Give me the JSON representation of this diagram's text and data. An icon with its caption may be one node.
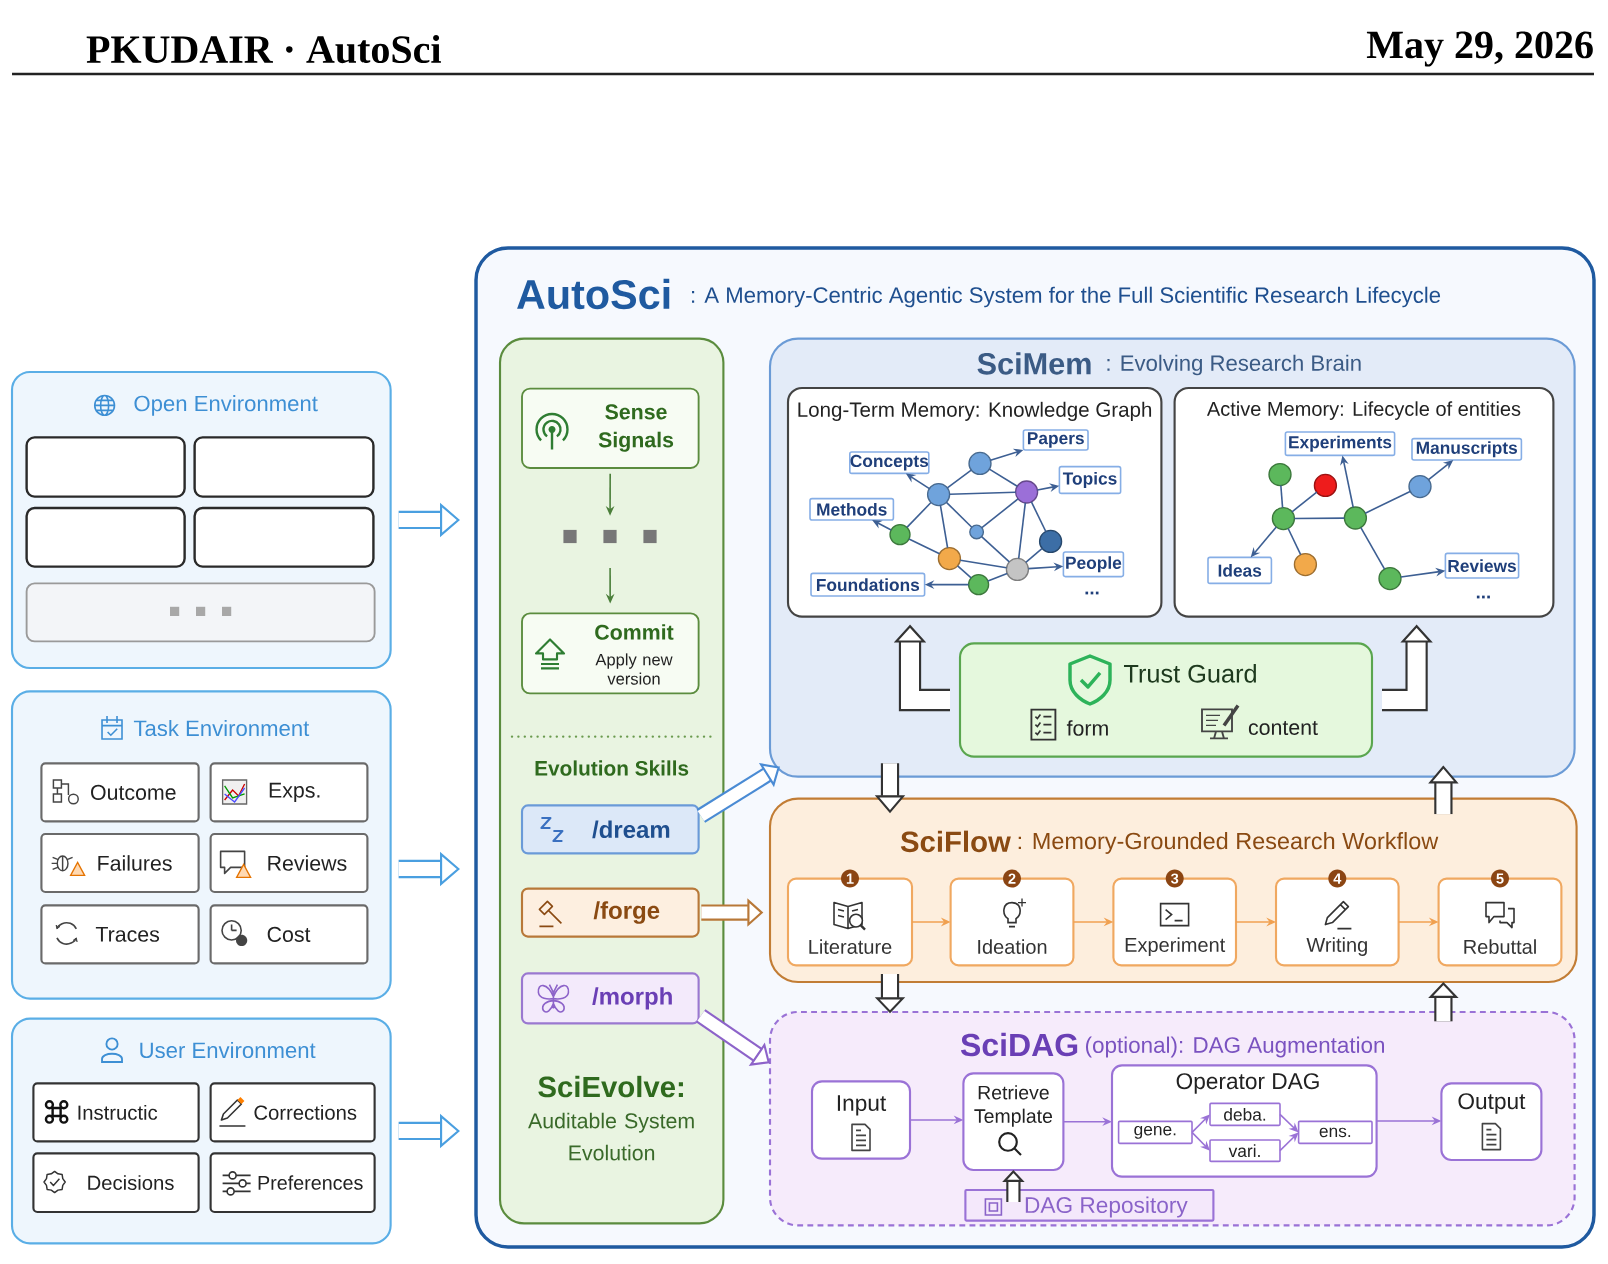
{
  "diagram": {
    "nodes": [
      {
        "text": [
          "Open Environment"
        ]
      },
      {
        "text": [],
        "shape": "box",
        "in": 0
      },
      {
        "text": [],
        "shape": "box",
        "in": 0
      },
      {
        "text": [],
        "shape": "box",
        "in": 0
      },
      {
        "text": [],
        "shape": "box",
        "in": 0
      },
      {
        "text": [],
        "shape": "box",
        "in": 0
      },
      {
        "text": [
          "Task Environment"
        ]
      },
      {
        "text": [
          "Outcome"
        ],
        "in": 6
      },
      {
        "text": [
          "Exps."
        ],
        "in": 6
      },
      {
        "text": [
          "Failures"
        ],
        "in": 6
      },
      {
        "text": [
          "Reviews"
        ],
        "in": 6
      },
      {
        "text": [
          "Traces"
        ],
        "in": 6
      },
      {
        "text": [
          "Cost"
        ],
        "in": 6
      },
      {
        "text": [
          "User Environment"
        ]
      },
      {
        "text": [
          "Instructic"
        ],
        "in": 13
      },
      {
        "text": [
          "Corrections"
        ],
        "in": 13
      },
      {
        "text": [
          "Decisions"
        ],
        "in": 13
      },
      {
        "text": [
          "Preferences"
        ],
        "in": 13
      },
      {
        "text": [
          "AutoSci",
          ": A Memory-Centric Agentic System for the Full Scientific Research Lifecycle"
        ]
      },
      {
        "text": [
          "SciEvolve:",
          "Auditable System Evolution"
        ],
        "in": 18
      },
      {
        "text": [
          "Sense Signals"
        ],
        "in": 19
      },
      {
        "text": [],
        "shape": "dots",
        "in": 19
      },
      {
        "text": [
          "Commit",
          "Apply new version"
        ],
        "in": 19
      },
      {
        "text": [
          "/dream"
        ],
        "in": 19
      },
      {
        "text": [
          "/forge"
        ],
        "in": 19
      },
      {
        "text": [
          "/morph"
        ],
        "in": 19
      },
      {
        "text": [
          "SciMem",
          ": Evolving Research Brain"
        ],
        "in": 18
      },
      {
        "text": [
          "Long-Term Memory: Knowledge Graph"
        ],
        "in": 26
      },
      {
        "text": [
          "Papers"
        ],
        "in": 27
      },
      {
        "text": [
          "Concepts"
        ],
        "in": 27
      },
      {
        "text": [
          "Topics"
        ],
        "in": 27
      },
      {
        "text": [
          "Methods"
        ],
        "in": 27
      },
      {
        "text": [
          "People"
        ],
        "in": 27
      },
      {
        "text": [
          "Foundations"
        ],
        "in": 27
      },
      {
        "text": [],
        "shape": "circle",
        "in": 27
      },
      {
        "text": [],
        "shape": "circle",
        "in": 27
      },
      {
        "text": [],
        "shape": "circle",
        "in": 27
      },
      {
        "text": [],
        "shape": "circle",
        "in": 27
      },
      {
        "text": [],
        "shape": "circle",
        "in": 27
      },
      {
        "text": [],
        "shape": "circle",
        "in": 27
      },
      {
        "text": [],
        "shape": "circle",
        "in": 27
      },
      {
        "text": [],
        "shape": "circle",
        "in": 27
      },
      {
        "text": [],
        "shape": "circle",
        "in": 27
      },
      {
        "text": [
          "Active Memory: Lifecycle of entities"
        ],
        "in": 26
      },
      {
        "text": [
          "Experiments"
        ],
        "in": 43
      },
      {
        "text": [
          "Manuscripts"
        ],
        "in": 43
      },
      {
        "text": [
          "Ideas"
        ],
        "in": 43
      },
      {
        "text": [
          "Reviews"
        ],
        "in": 43
      },
      {
        "text": [],
        "shape": "circle",
        "in": 43
      },
      {
        "text": [],
        "shape": "circle",
        "in": 43
      },
      {
        "text": [],
        "shape": "circle",
        "in": 43
      },
      {
        "text": [],
        "shape": "circle",
        "in": 43
      },
      {
        "text": [],
        "shape": "circle",
        "in": 43
      },
      {
        "text": [],
        "shape": "circle",
        "in": 43
      },
      {
        "text": [],
        "shape": "circle",
        "in": 43
      },
      {
        "text": [
          "Trust Guard",
          "form",
          "content"
        ],
        "in": 26
      },
      {
        "text": [
          "SciFlow",
          ": Memory-Grounded Research Workflow"
        ],
        "in": 18
      },
      {
        "text": [
          "1",
          "Literature"
        ],
        "in": 56
      },
      {
        "text": [
          "2",
          "Ideation"
        ],
        "in": 56
      },
      {
        "text": [
          "3",
          "Experiment"
        ],
        "in": 56
      },
      {
        "text": [
          "4",
          "Writing"
        ],
        "in": 56
      },
      {
        "text": [
          "5",
          "Rebuttal"
        ],
        "in": 56
      },
      {
        "text": [
          "SciDAG",
          "(optional): DAG Augmentation"
        ],
        "in": 18
      },
      {
        "text": [
          "Input"
        ],
        "in": 62
      },
      {
        "text": [
          "Retrieve Template"
        ],
        "in": 62
      },
      {
        "text": [
          "Operator DAG"
        ],
        "in": 62
      },
      {
        "text": [
          "gene."
        ],
        "in": 65
      },
      {
        "text": [
          "deba."
        ],
        "in": 65
      },
      {
        "text": [
          "vari."
        ],
        "in": 65
      },
      {
        "text": [
          "ens."
        ],
        "in": 65
      },
      {
        "text": [
          "Output"
        ],
        "in": 62
      },
      {
        "text": [
          "DAG Repository"
        ],
        "in": 62
      }
    ],
    "edges": [
      {
        "from": 0,
        "to": 18,
        "arrow": "to",
        "style": "thick",
        "color": "#4a9fe0"
      },
      {
        "from": 6,
        "to": 18,
        "arrow": "to",
        "style": "thick",
        "color": "#4a9fe0"
      },
      {
        "from": 13,
        "to": 18,
        "arrow": "to",
        "style": "thick",
        "color": "#4a9fe0"
      },
      {
        "from": 23,
        "to": 26,
        "arrow": "to",
        "style": "thick",
        "color": "#4a8bd4"
      },
      {
        "from": 24,
        "to": 56,
        "arrow": "to",
        "style": "thick",
        "color": "#b87838"
      },
      {
        "from": 25,
        "to": 62,
        "arrow": "to",
        "style": "thick",
        "color": "#8d63c9"
      },
      {
        "from": 26,
        "to": 56,
        "arrow": "to",
        "style": "thick",
        "color": "#333333"
      },
      {
        "from": 56,
        "to": 26,
        "arrow": "to",
        "style": "thick",
        "color": "#333333"
      },
      {
        "from": 56,
        "to": 62,
        "arrow": "to",
        "style": "thick",
        "color": "#333333"
      },
      {
        "from": 62,
        "to": 56,
        "arrow": "to",
        "style": "thick",
        "color": "#333333"
      },
      {
        "from": 55,
        "to": 27,
        "arrow": "to",
        "style": "thick",
        "color": "#333333"
      },
      {
        "from": 55,
        "to": 43,
        "arrow": "to",
        "style": "thick",
        "color": "#333333"
      },
      {
        "from": 71,
        "to": 64,
        "arrow": "to",
        "style": "thick",
        "color": "#333333"
      },
      {
        "from": 20,
        "to": 21,
        "arrow": "to",
        "color": "#4b7f3a"
      },
      {
        "from": 21,
        "to": 22,
        "arrow": "to",
        "color": "#4b7f3a"
      },
      {
        "from": 57,
        "to": 58,
        "arrow": "to",
        "color": "#f0a050"
      },
      {
        "from": 58,
        "to": 59,
        "arrow": "to",
        "color": "#f0a050"
      },
      {
        "from": 59,
        "to": 60,
        "arrow": "to",
        "color": "#f0a050"
      },
      {
        "from": 60,
        "to": 61,
        "arrow": "to",
        "color": "#f0a050"
      },
      {
        "from": 63,
        "to": 64,
        "arrow": "to",
        "color": "#9a72d6"
      },
      {
        "from": 64,
        "to": 65,
        "arrow": "to",
        "color": "#9a72d6"
      },
      {
        "from": 65,
        "to": 70,
        "arrow": "to",
        "color": "#9a72d6"
      },
      {
        "from": 66,
        "to": 67,
        "arrow": "to",
        "color": "#9a72d6"
      },
      {
        "from": 66,
        "to": 68,
        "arrow": "to",
        "color": "#9a72d6"
      },
      {
        "from": 67,
        "to": 69,
        "arrow": "to",
        "color": "#9a72d6"
      },
      {
        "from": 68,
        "to": 69,
        "arrow": "to",
        "color": "#9a72d6"
      },
      {
        "from": 34,
        "to": 28,
        "arrow": "to"
      },
      {
        "from": 36,
        "to": 29,
        "arrow": "to"
      },
      {
        "from": 35,
        "to": 30,
        "arrow": "to"
      },
      {
        "from": 38,
        "to": 31,
        "arrow": "to"
      },
      {
        "from": 41,
        "to": 32,
        "arrow": "to"
      },
      {
        "from": 42,
        "to": 33,
        "arrow": "to"
      },
      {
        "from": 36,
        "to": 34,
        "arrow": "none"
      },
      {
        "from": 34,
        "to": 35,
        "arrow": "none"
      },
      {
        "from": 36,
        "to": 35,
        "arrow": "none"
      },
      {
        "from": 36,
        "to": 38,
        "arrow": "none"
      },
      {
        "from": 36,
        "to": 37,
        "arrow": "none"
      },
      {
        "from": 36,
        "to": 40,
        "arrow": "none"
      },
      {
        "from": 35,
        "to": 37,
        "arrow": "none"
      },
      {
        "from": 35,
        "to": 41,
        "arrow": "none"
      },
      {
        "from": 35,
        "to": 39,
        "arrow": "none"
      },
      {
        "from": 38,
        "to": 40,
        "arrow": "none"
      },
      {
        "from": 37,
        "to": 41,
        "arrow": "none"
      },
      {
        "from": 40,
        "to": 41,
        "arrow": "none"
      },
      {
        "from": 40,
        "to": 42,
        "arrow": "none"
      },
      {
        "from": 42,
        "to": 41,
        "arrow": "none"
      },
      {
        "from": 39,
        "to": 41,
        "arrow": "none"
      },
      {
        "from": 52,
        "to": 46,
        "arrow": "to"
      },
      {
        "from": 51,
        "to": 44,
        "arrow": "to"
      },
      {
        "from": 50,
        "to": 45,
        "arrow": "to"
      },
      {
        "from": 54,
        "to": 47,
        "arrow": "to"
      },
      {
        "from": 48,
        "to": 52,
        "arrow": "none"
      },
      {
        "from": 49,
        "to": 52,
        "arrow": "none"
      },
      {
        "from": 52,
        "to": 51,
        "arrow": "none"
      },
      {
        "from": 52,
        "to": 53,
        "arrow": "none"
      },
      {
        "from": 51,
        "to": 50,
        "arrow": "none"
      },
      {
        "from": 51,
        "to": 54,
        "arrow": "none"
      }
    ],
    "labels": [
      "PKUDAIR · AutoSci",
      "May 29, 2026",
      "Evolution Skills",
      "...",
      "..."
    ]
  }
}
